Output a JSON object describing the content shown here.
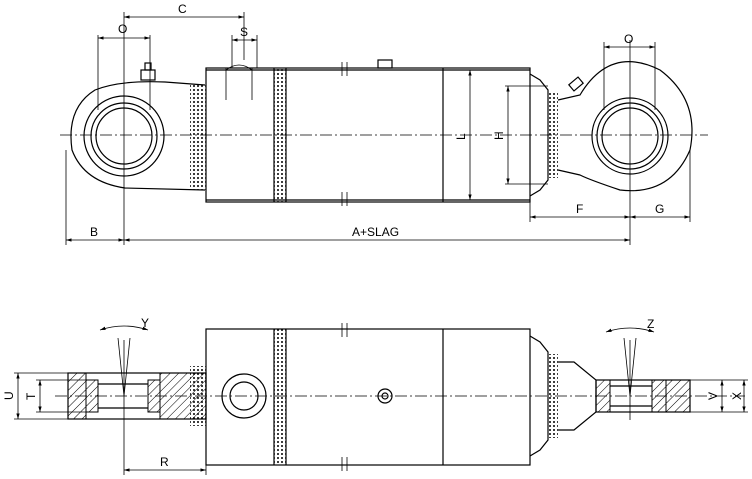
{
  "dimensions": {
    "c": "C",
    "o_top_left": "O",
    "s": "S",
    "o_top_right": "O",
    "l": "L",
    "h": "H",
    "f": "F",
    "g": "G",
    "b": "B",
    "a_slag": "A+SLAG",
    "y": "Y",
    "z": "Z",
    "u": "U",
    "t": "T",
    "v": "V",
    "x": "X",
    "r": "R"
  }
}
